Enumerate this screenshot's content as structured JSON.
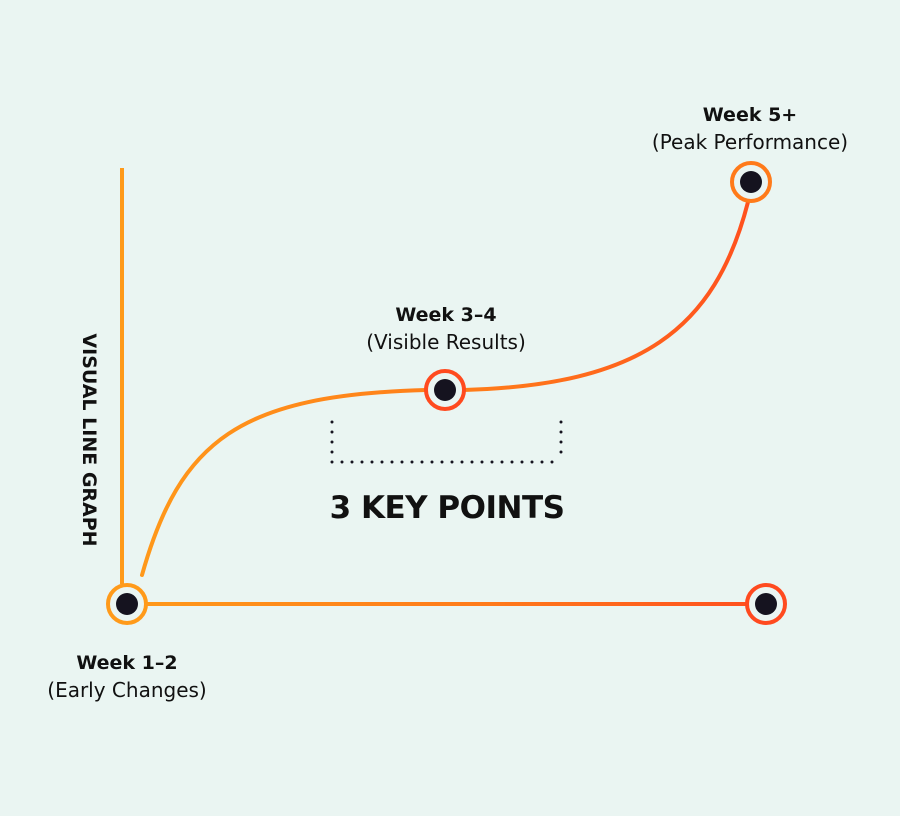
{
  "title": "3 KEY POINTS",
  "axis_label": "VISUAL LINE GRAPH",
  "points": [
    {
      "heading": "Week 1–2",
      "subtitle": "(Early Changes)"
    },
    {
      "heading": "Week 3–4",
      "subtitle": "(Visible Results)"
    },
    {
      "heading": "Week 5+",
      "subtitle": "(Peak Performance)"
    }
  ],
  "colors": {
    "background": "#eaf5f2",
    "orange": "#ff9a1a",
    "red": "#ff4a1f",
    "dot": "#15131f"
  }
}
